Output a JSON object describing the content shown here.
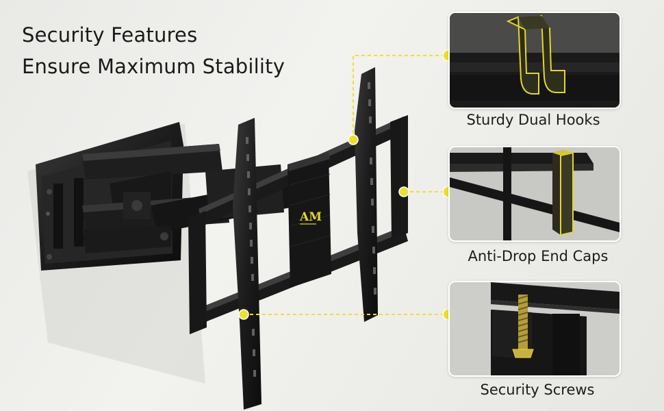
{
  "headline": {
    "line1": "Security Features",
    "line2": "Ensure Maximum Stability"
  },
  "brand": {
    "logo_text": "AM"
  },
  "features": [
    {
      "caption": "Sturdy Dual Hooks",
      "icon": "dual-hooks-closeup"
    },
    {
      "caption": "Anti-Drop End Caps",
      "icon": "end-caps-closeup"
    },
    {
      "caption": "Security Screws",
      "icon": "screw-closeup"
    }
  ],
  "colors": {
    "highlight": "#f0e029",
    "metal": "#1b1b1b",
    "text": "#1c1c1c",
    "background": "#ecece9"
  }
}
